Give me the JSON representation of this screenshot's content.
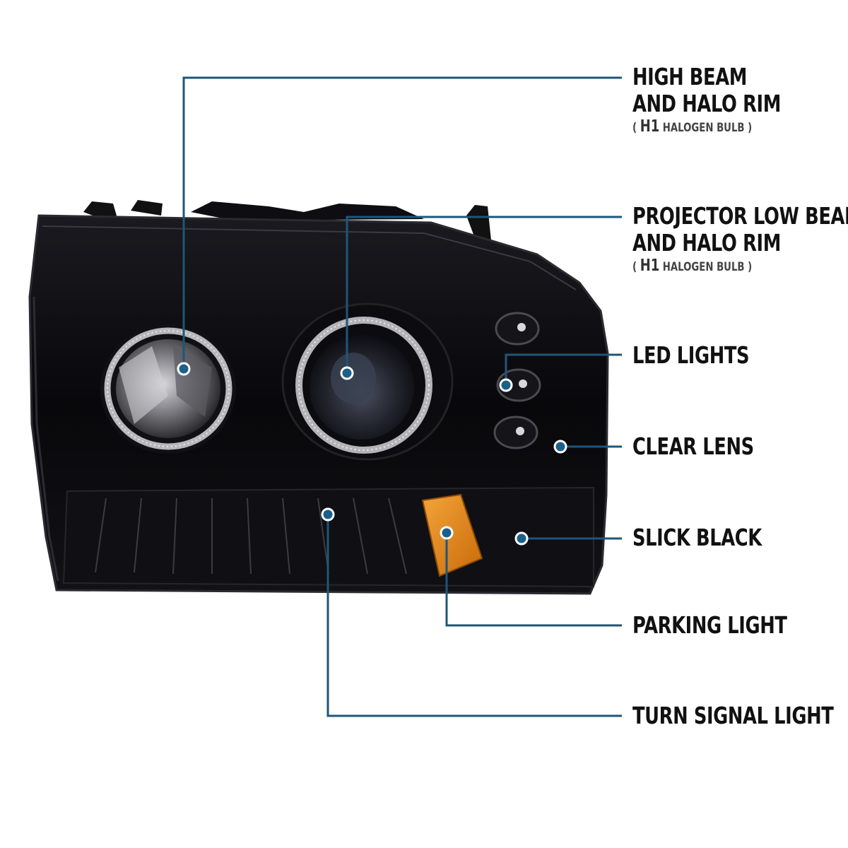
{
  "colors": {
    "callout_line": "#1f5679",
    "dot_fill": "#1d5f8a",
    "dot_ring": "#ffffff",
    "housing": "#0b0b0f",
    "amber": "#e98a14"
  },
  "callouts": [
    {
      "id": "high-beam",
      "lines": [
        "HIGH BEAM",
        "AND HALO RIM"
      ],
      "sub_open": "( ",
      "sub_bulb": "H1",
      "sub_text": " HALOGEN BULB )"
    },
    {
      "id": "projector-low-beam",
      "lines": [
        "PROJECTOR LOW BEAM",
        "AND HALO RIM"
      ],
      "sub_open": "( ",
      "sub_bulb": "H1",
      "sub_text": " HALOGEN BULB )"
    },
    {
      "id": "led-lights",
      "lines": [
        "LED LIGHTS"
      ]
    },
    {
      "id": "clear-lens",
      "lines": [
        "CLEAR LENS"
      ]
    },
    {
      "id": "slick-black",
      "lines": [
        "SLICK BLACK"
      ]
    },
    {
      "id": "parking-light",
      "lines": [
        "PARKING LIGHT"
      ]
    },
    {
      "id": "turn-signal-light",
      "lines": [
        "TURN SIGNAL LIGHT"
      ]
    }
  ]
}
